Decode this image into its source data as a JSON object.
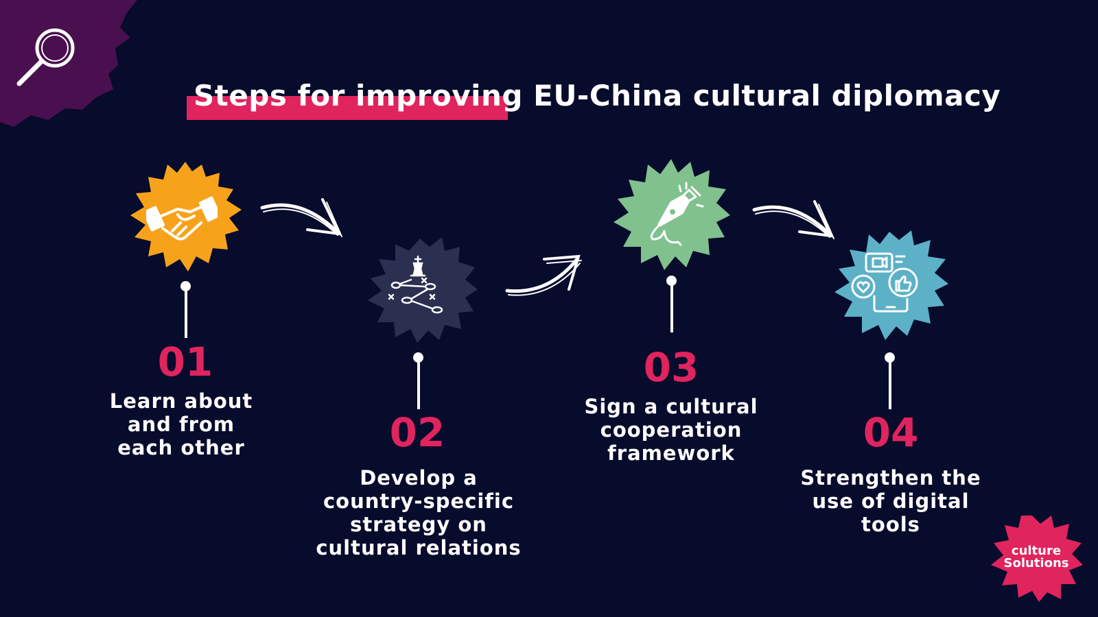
{
  "title": {
    "highlight": "Steps for improving",
    "rest": "EU-China cultural diplomacy"
  },
  "colors": {
    "background": "#070b2c",
    "accent": "#e0245e",
    "step1": "#f7a21b",
    "step2": "#2b3050",
    "step3": "#80c18e",
    "step4": "#5cb1c7",
    "corner": "#4a0f4e"
  },
  "steps": [
    {
      "number": "01",
      "text": "Learn about\nand from\neach other",
      "icon": "handshake-icon"
    },
    {
      "number": "02",
      "text": "Develop a\ncountry-specific\nstrategy on\ncultural relations",
      "icon": "chess-strategy-icon"
    },
    {
      "number": "03",
      "text": "Sign a cultural\ncooperation\nframework",
      "icon": "fountain-pen-signature-icon"
    },
    {
      "number": "04",
      "text": "Strengthen the\nuse of digital\ntools",
      "icon": "digital-media-icon"
    }
  ],
  "corner_icon": "magnifying-glass-icon",
  "brand": {
    "line1": "culture",
    "line2": "Solutions"
  }
}
